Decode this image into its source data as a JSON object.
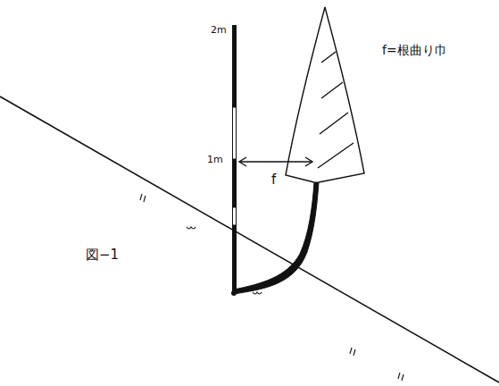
{
  "diagram": {
    "caption": "図−1",
    "labels": [
      "2m",
      "1m",
      "f",
      "f=根曲り巾"
    ]
  }
}
